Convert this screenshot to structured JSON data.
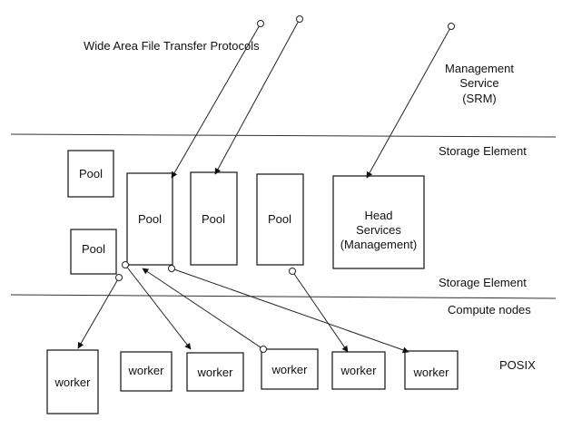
{
  "labels": {
    "wide_area": "Wide Area File Transfer Protocols",
    "management_service": [
      "Management",
      "Service",
      "(SRM)"
    ],
    "storage_element_top": "Storage Element",
    "storage_element_bottom": "Storage Element",
    "compute_nodes": "Compute nodes",
    "posix": "POSIX"
  },
  "pools": {
    "pool_small_top": "Pool",
    "pool_small_bottom": "Pool",
    "pool_tall_1": "Pool",
    "pool_tall_2": "Pool",
    "pool_tall_3": "Pool"
  },
  "head_services": [
    "Head",
    "Services",
    "(Management)"
  ],
  "workers": [
    "worker",
    "worker",
    "worker",
    "worker",
    "worker",
    "worker"
  ]
}
